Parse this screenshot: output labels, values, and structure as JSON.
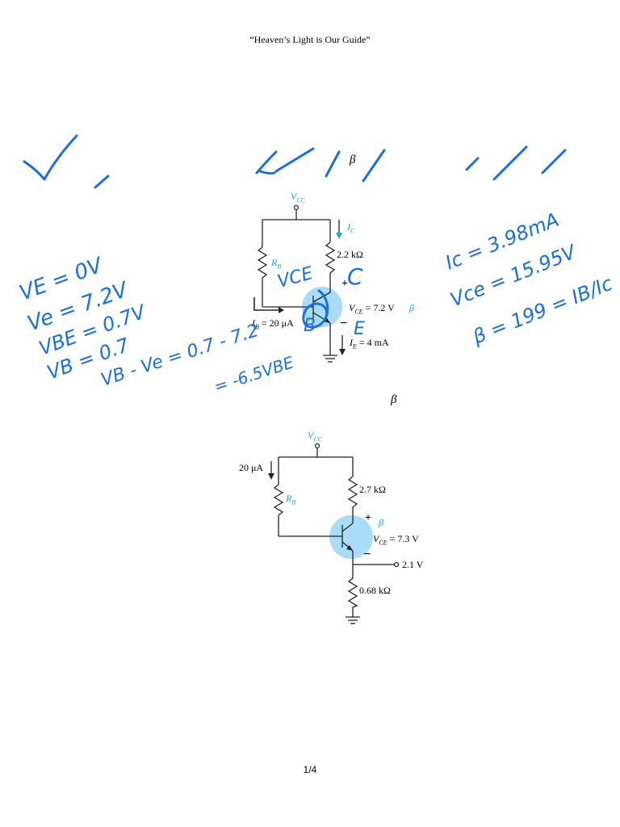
{
  "header": {
    "motto": "“Heaven’s Light is Our Guide”"
  },
  "footer": {
    "page_indicator": "1/4"
  },
  "symbols": {
    "beta": "β"
  },
  "circuit1": {
    "vcc": "V",
    "vcc_sub": "CC",
    "ic": "I",
    "ic_sub": "C",
    "rc": "2.2 kΩ",
    "rb": "R",
    "rb_sub": "B",
    "vce": "V",
    "vce_sub": "CE",
    "vce_val": " = 7.2 V",
    "ib": "I",
    "ib_sub": "B",
    "ib_val": " = 20 μA",
    "ie": "I",
    "ie_sub": "E",
    "ie_val": " = 4 mA",
    "plus": "+",
    "minus": "−"
  },
  "circuit2": {
    "vcc": "V",
    "vcc_sub": "CC",
    "ib_val": "20 μA",
    "rc": "2.7 kΩ",
    "rb": "R",
    "rb_sub": "B",
    "vce": "V",
    "vce_sub": "CE",
    "vce_val": " = 7.3 V",
    "ve": "2.1 V",
    "re": "0.68 kΩ",
    "plus": "+",
    "minus": "−"
  },
  "handwriting": {
    "left": [
      "VE = 0V",
      "Ve = 7.2V",
      "VBE = 0.7V",
      "VB = 0.7",
      "VB - Ve = 0.7 - 7.2",
      "= -6.5VBE"
    ],
    "right": [
      "Ic = 3.98mA",
      "Vce = 15.95V",
      "β = 199 = IB/Ic"
    ],
    "center_left": "VCE",
    "center_c": "C",
    "center_b": "B",
    "center_e": "E"
  },
  "colors": {
    "ink": "#1a6fe0",
    "label_blue": "#1fa3d8",
    "highlight": "#a9dcf6"
  }
}
